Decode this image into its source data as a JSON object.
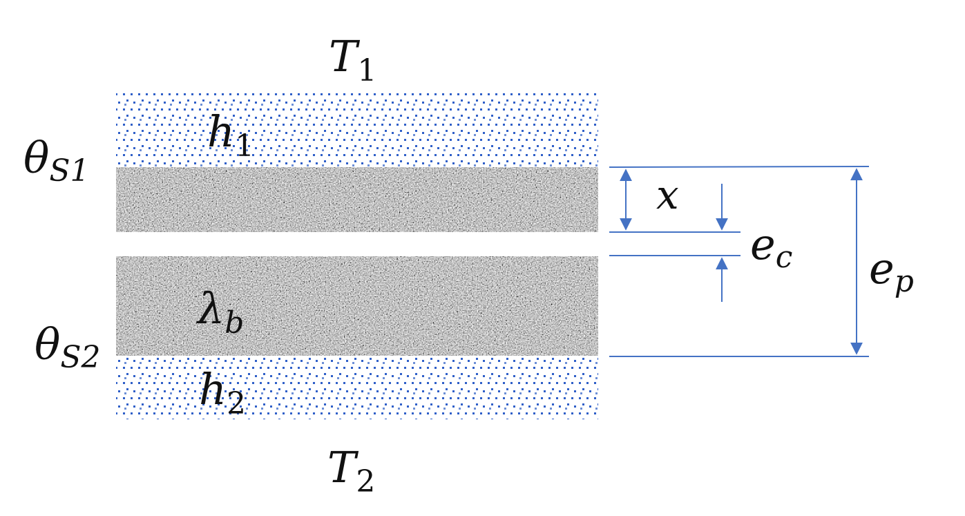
{
  "labels": {
    "T1": {
      "main": "T",
      "sub": "1"
    },
    "T2": {
      "main": "T",
      "sub": "2"
    },
    "h1": {
      "main": "h",
      "sub": "1"
    },
    "h2": {
      "main": "h",
      "sub": "2"
    },
    "theta_s1": {
      "main": "θ",
      "sub": "S1"
    },
    "theta_s2": {
      "main": "θ",
      "sub": "S2"
    },
    "lambda_b": {
      "main": "λ",
      "sub": "b"
    },
    "x": {
      "main": "x"
    },
    "e_c": {
      "main": "e",
      "sub": "c"
    },
    "e_p": {
      "main": "e",
      "sub": "p"
    }
  },
  "colors": {
    "dimension_line": "#4472c4",
    "fluid_dots": "#2f5fc8",
    "concrete_base": "#b5b5b5",
    "gap": "#ffffff",
    "text": "#111111"
  }
}
